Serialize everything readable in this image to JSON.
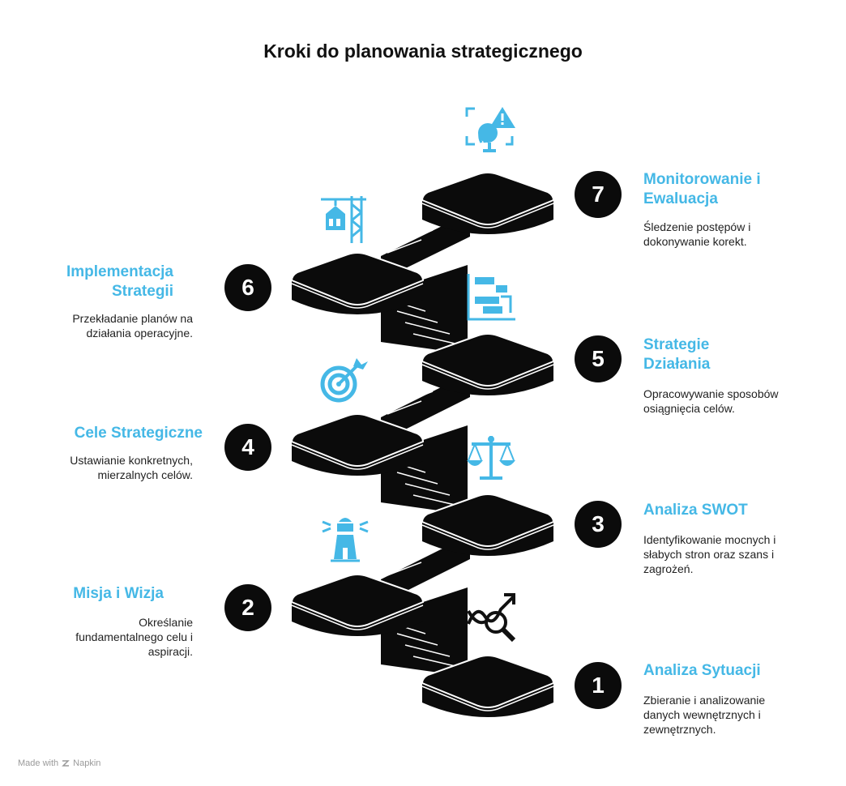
{
  "title": "Kroki do planowania strategicznego",
  "accent_color": "#45b8e6",
  "steps": [
    {
      "number": "1",
      "title": "Analiza Sytuacji",
      "desc": "Zbieranie i analizowanie danych wewnętrznych i zewnętrznych.",
      "icon": "chart-magnifier-icon"
    },
    {
      "number": "2",
      "title": "Misja i Wizja",
      "desc": "Określanie fundamentalnego celu i aspiracji.",
      "icon": "lighthouse-icon"
    },
    {
      "number": "3",
      "title": "Analiza SWOT",
      "desc": "Identyfikowanie mocnych i słabych stron oraz szans i zagrożeń.",
      "icon": "balance-scale-icon"
    },
    {
      "number": "4",
      "title": "Cele Strategiczne",
      "desc": "Ustawianie konkretnych, mierzalnych celów.",
      "icon": "target-icon"
    },
    {
      "number": "5",
      "title": "Strategie Działania",
      "desc": "Opracowywanie sposobów osiągnięcia celów.",
      "icon": "gantt-chart-icon"
    },
    {
      "number": "6",
      "title": "Implementacja Strategii",
      "desc": "Przekładanie planów na działania operacyjne.",
      "icon": "crane-icon"
    },
    {
      "number": "7",
      "title": "Monitorowanie i Ewaluacja",
      "desc": "Śledzenie postępów i dokonywanie korekt.",
      "icon": "monitoring-icon"
    }
  ],
  "footer": {
    "made_with": "Made with",
    "brand": "Napkin"
  }
}
